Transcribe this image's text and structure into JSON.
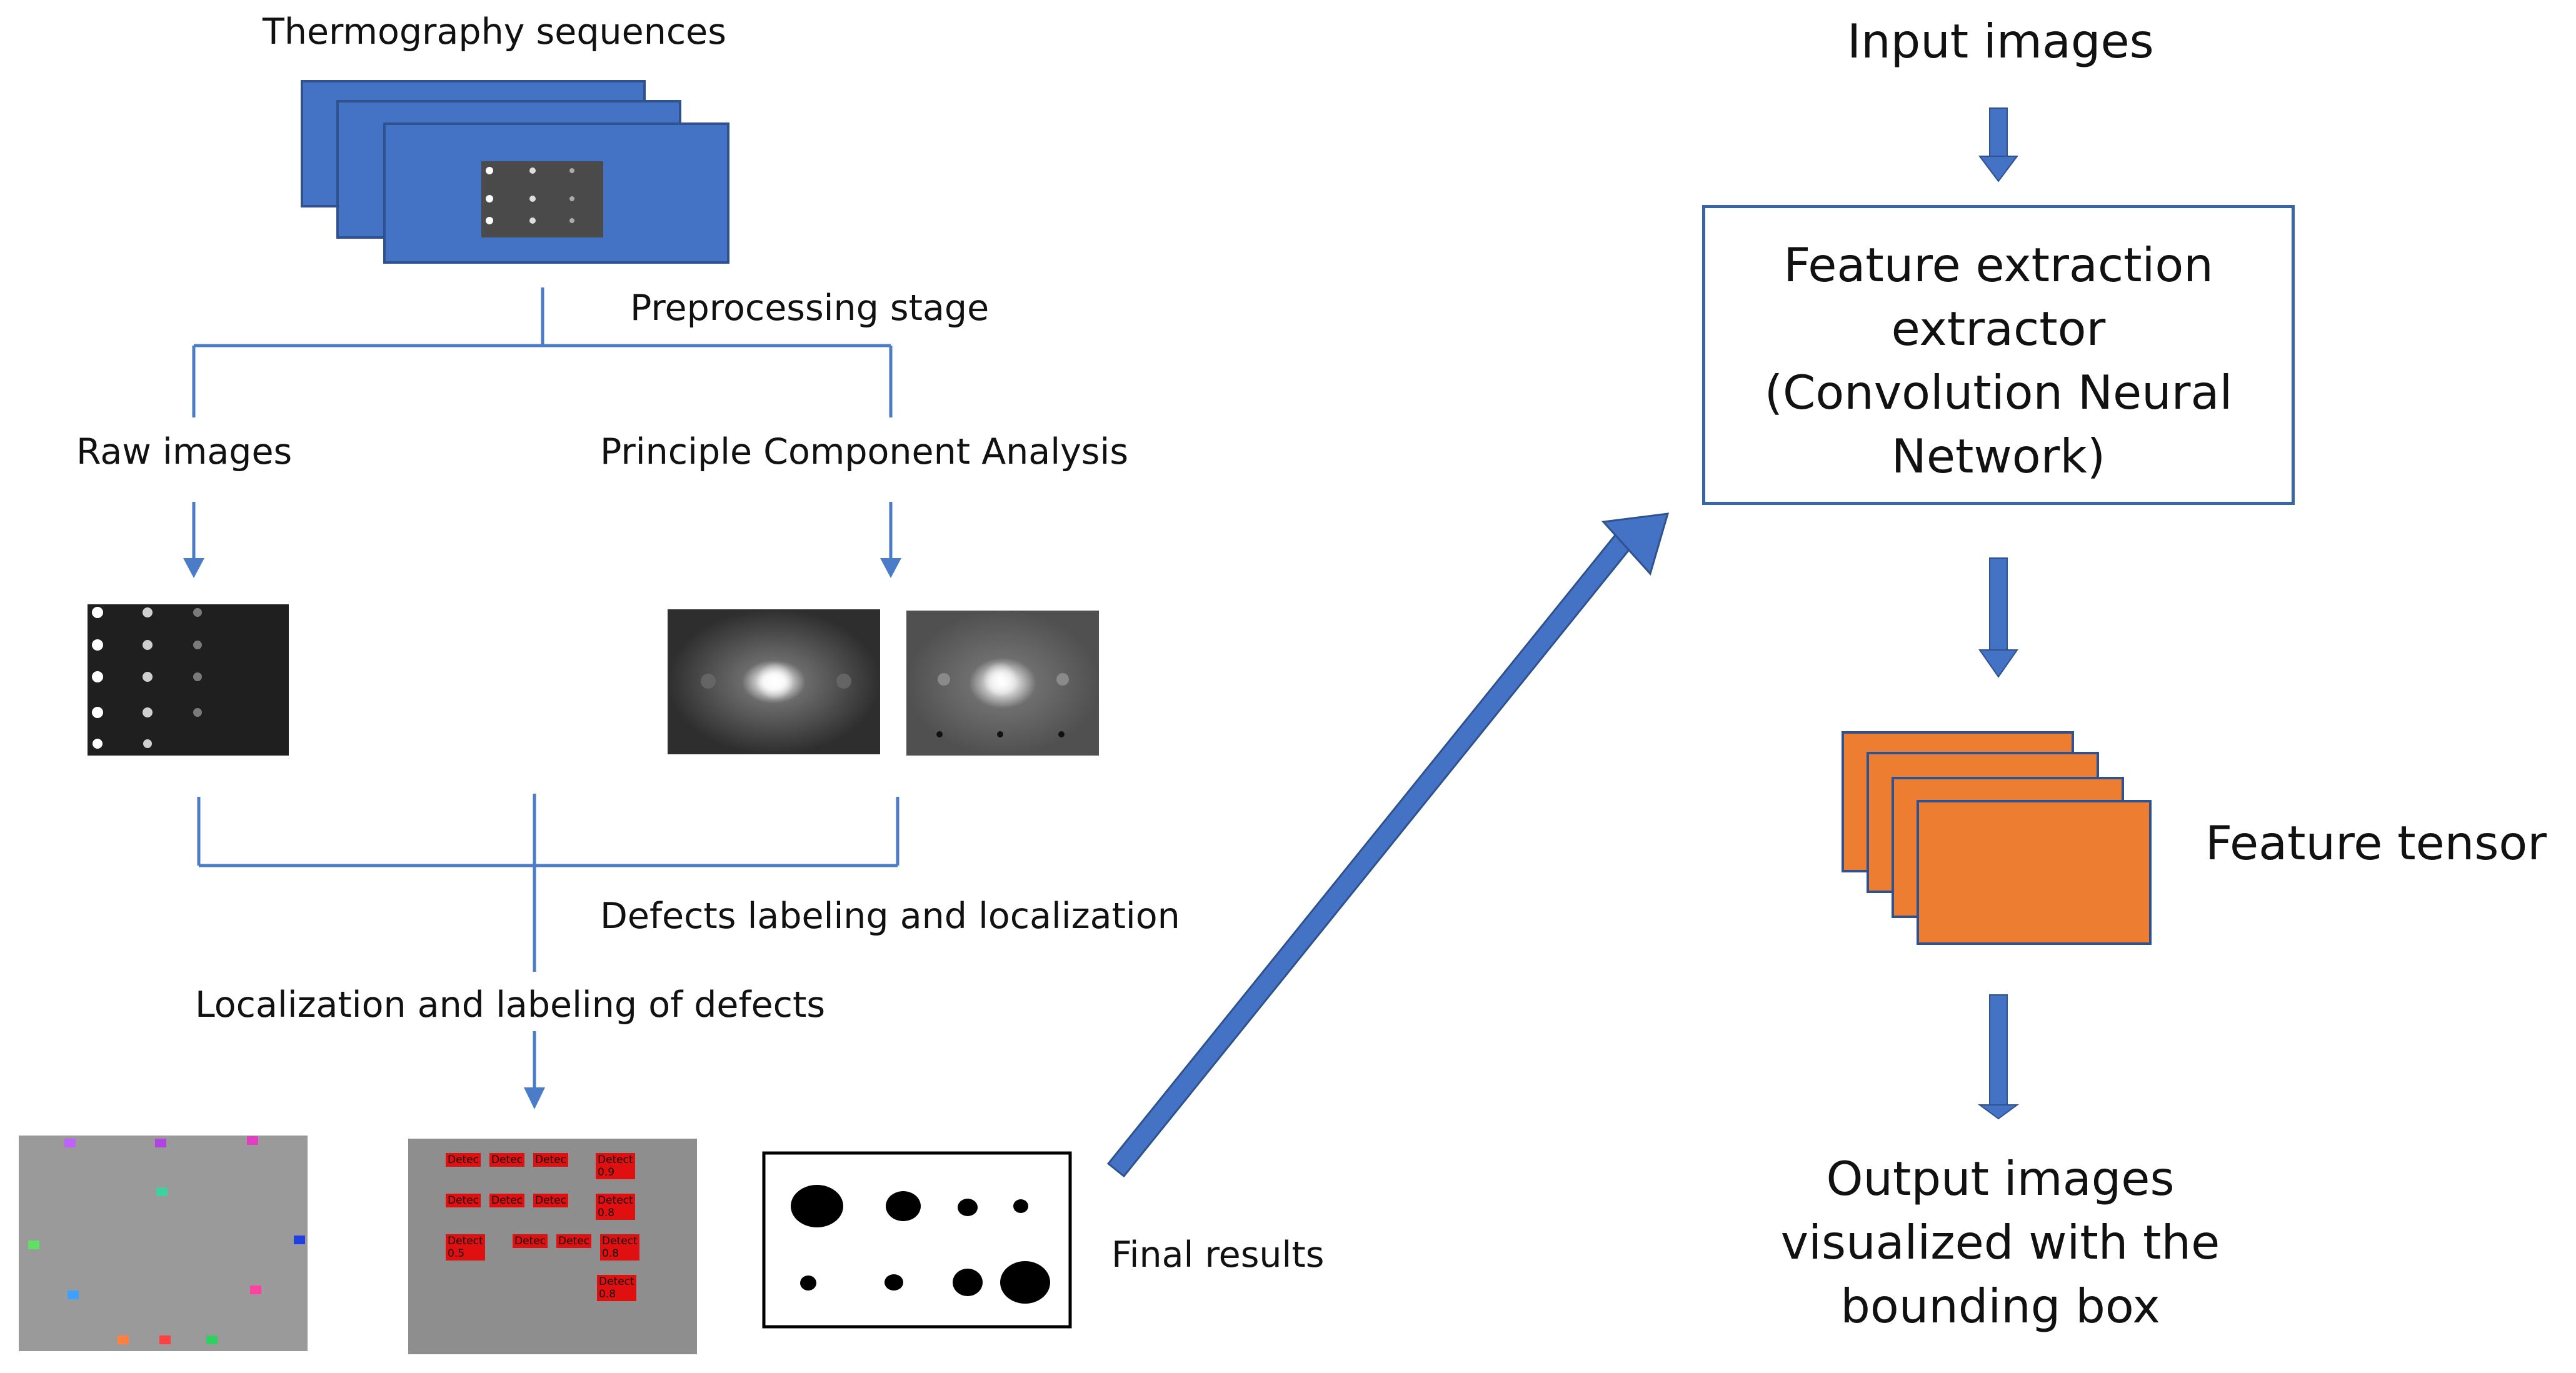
{
  "left": {
    "thermography_label": "Thermography sequences",
    "preprocessing_label": "Preprocessing stage",
    "raw_images_label": "Raw images",
    "pca_label": "Principle Component Analysis",
    "defects_label": "Defects labeling and localization",
    "localization_label": "Localization and labeling of defects",
    "final_results_label": "Final results",
    "detect_tags": [
      "Detec",
      "Detec",
      "Detec",
      "Detect 0.9",
      "Detec",
      "Detec",
      "Detec",
      "Detect 0.8",
      "Detect 0.5",
      "Detec",
      "Detec",
      "Detect 0.8",
      "Detect 0.8"
    ]
  },
  "right": {
    "input_label": "Input images",
    "feature_extractor_lines": [
      "Feature extraction",
      "extractor",
      "(Convolution Neural",
      "Network)"
    ],
    "feature_tensor_label": "Feature tensor",
    "output_lines": [
      "Output images",
      "visualized with the",
      "bounding box"
    ]
  },
  "colors": {
    "blue": "#4472c4",
    "orange": "#ed7d31",
    "line_blue": "#4a7cc7",
    "box_border": "#3a64a8"
  }
}
